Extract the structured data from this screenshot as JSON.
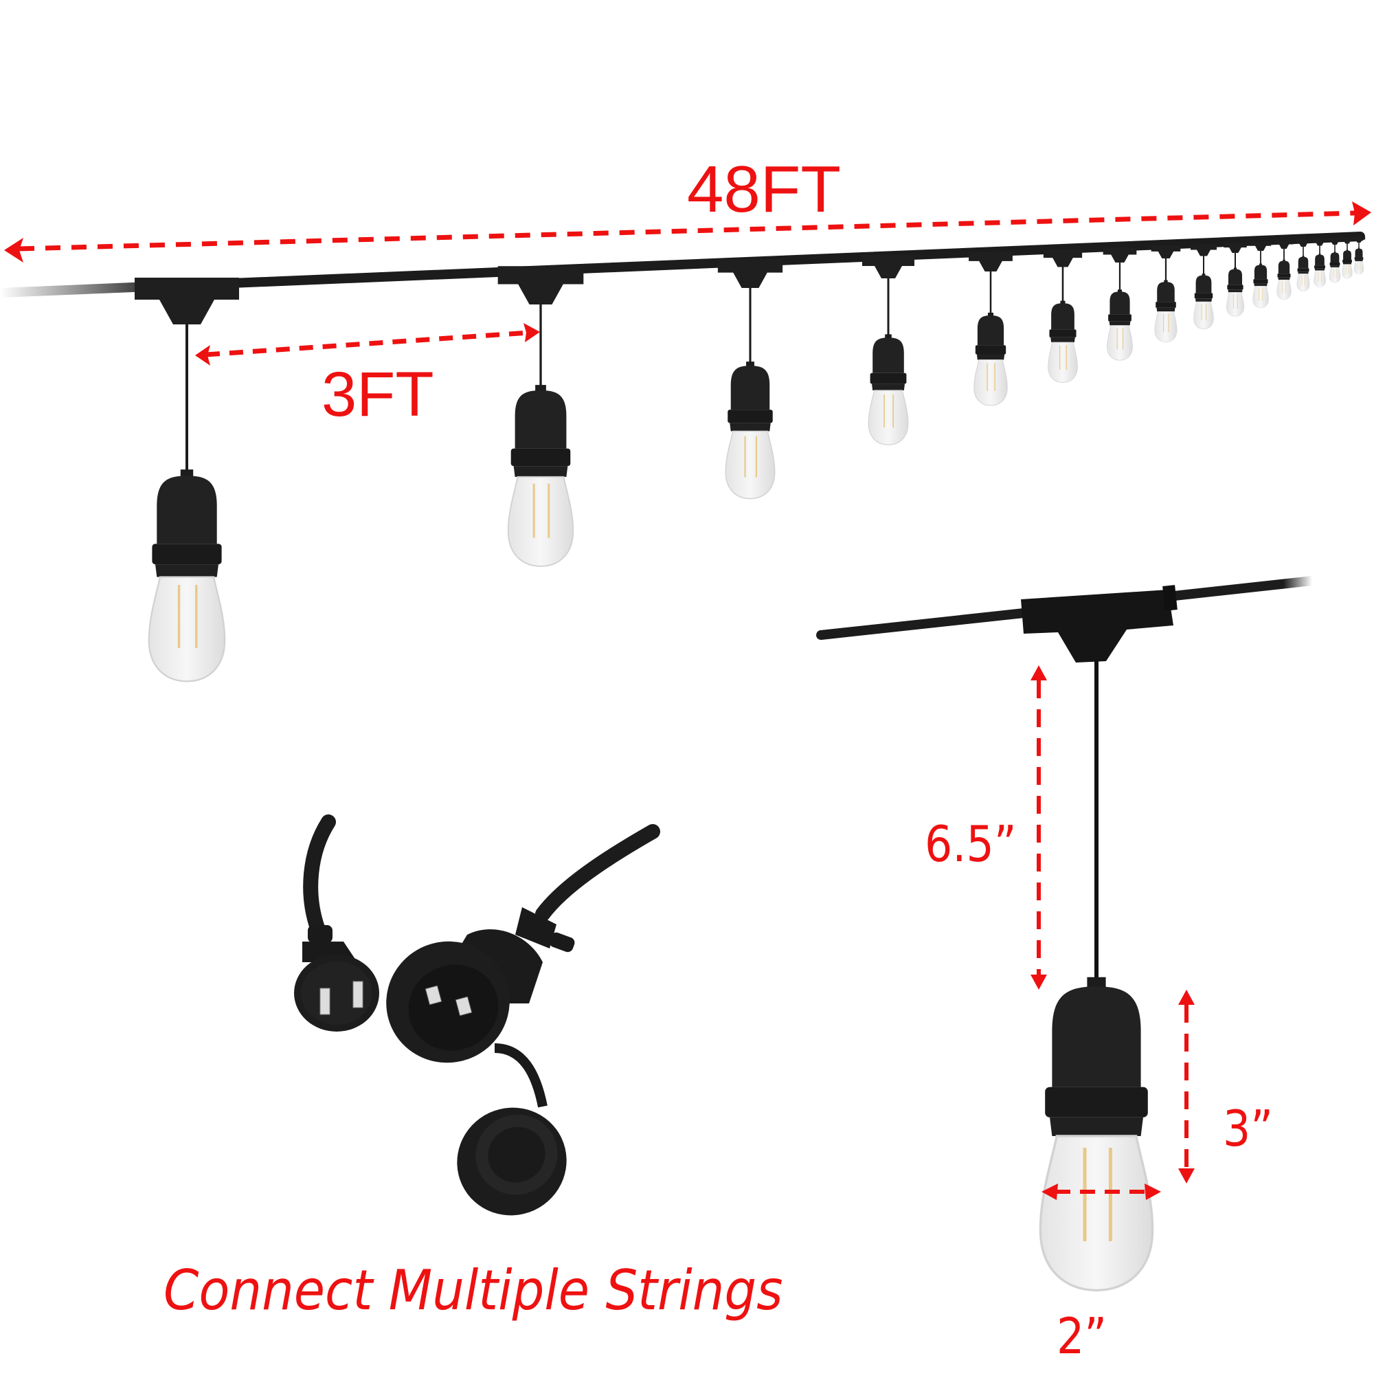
{
  "product": {
    "type": "outdoor-string-lights",
    "total_length_label": "48FT",
    "bulb_spacing_label": "3FT",
    "drop_length_label": "6.5”",
    "bulb_height_label": "3”",
    "bulb_width_label": "2”",
    "connector_caption": "Connect Multiple Strings"
  },
  "colors": {
    "annotation_red": "#ee1111",
    "cable_black": "#1c1c1c",
    "background": "#ffffff"
  },
  "string_bulb_count_visible": 17
}
